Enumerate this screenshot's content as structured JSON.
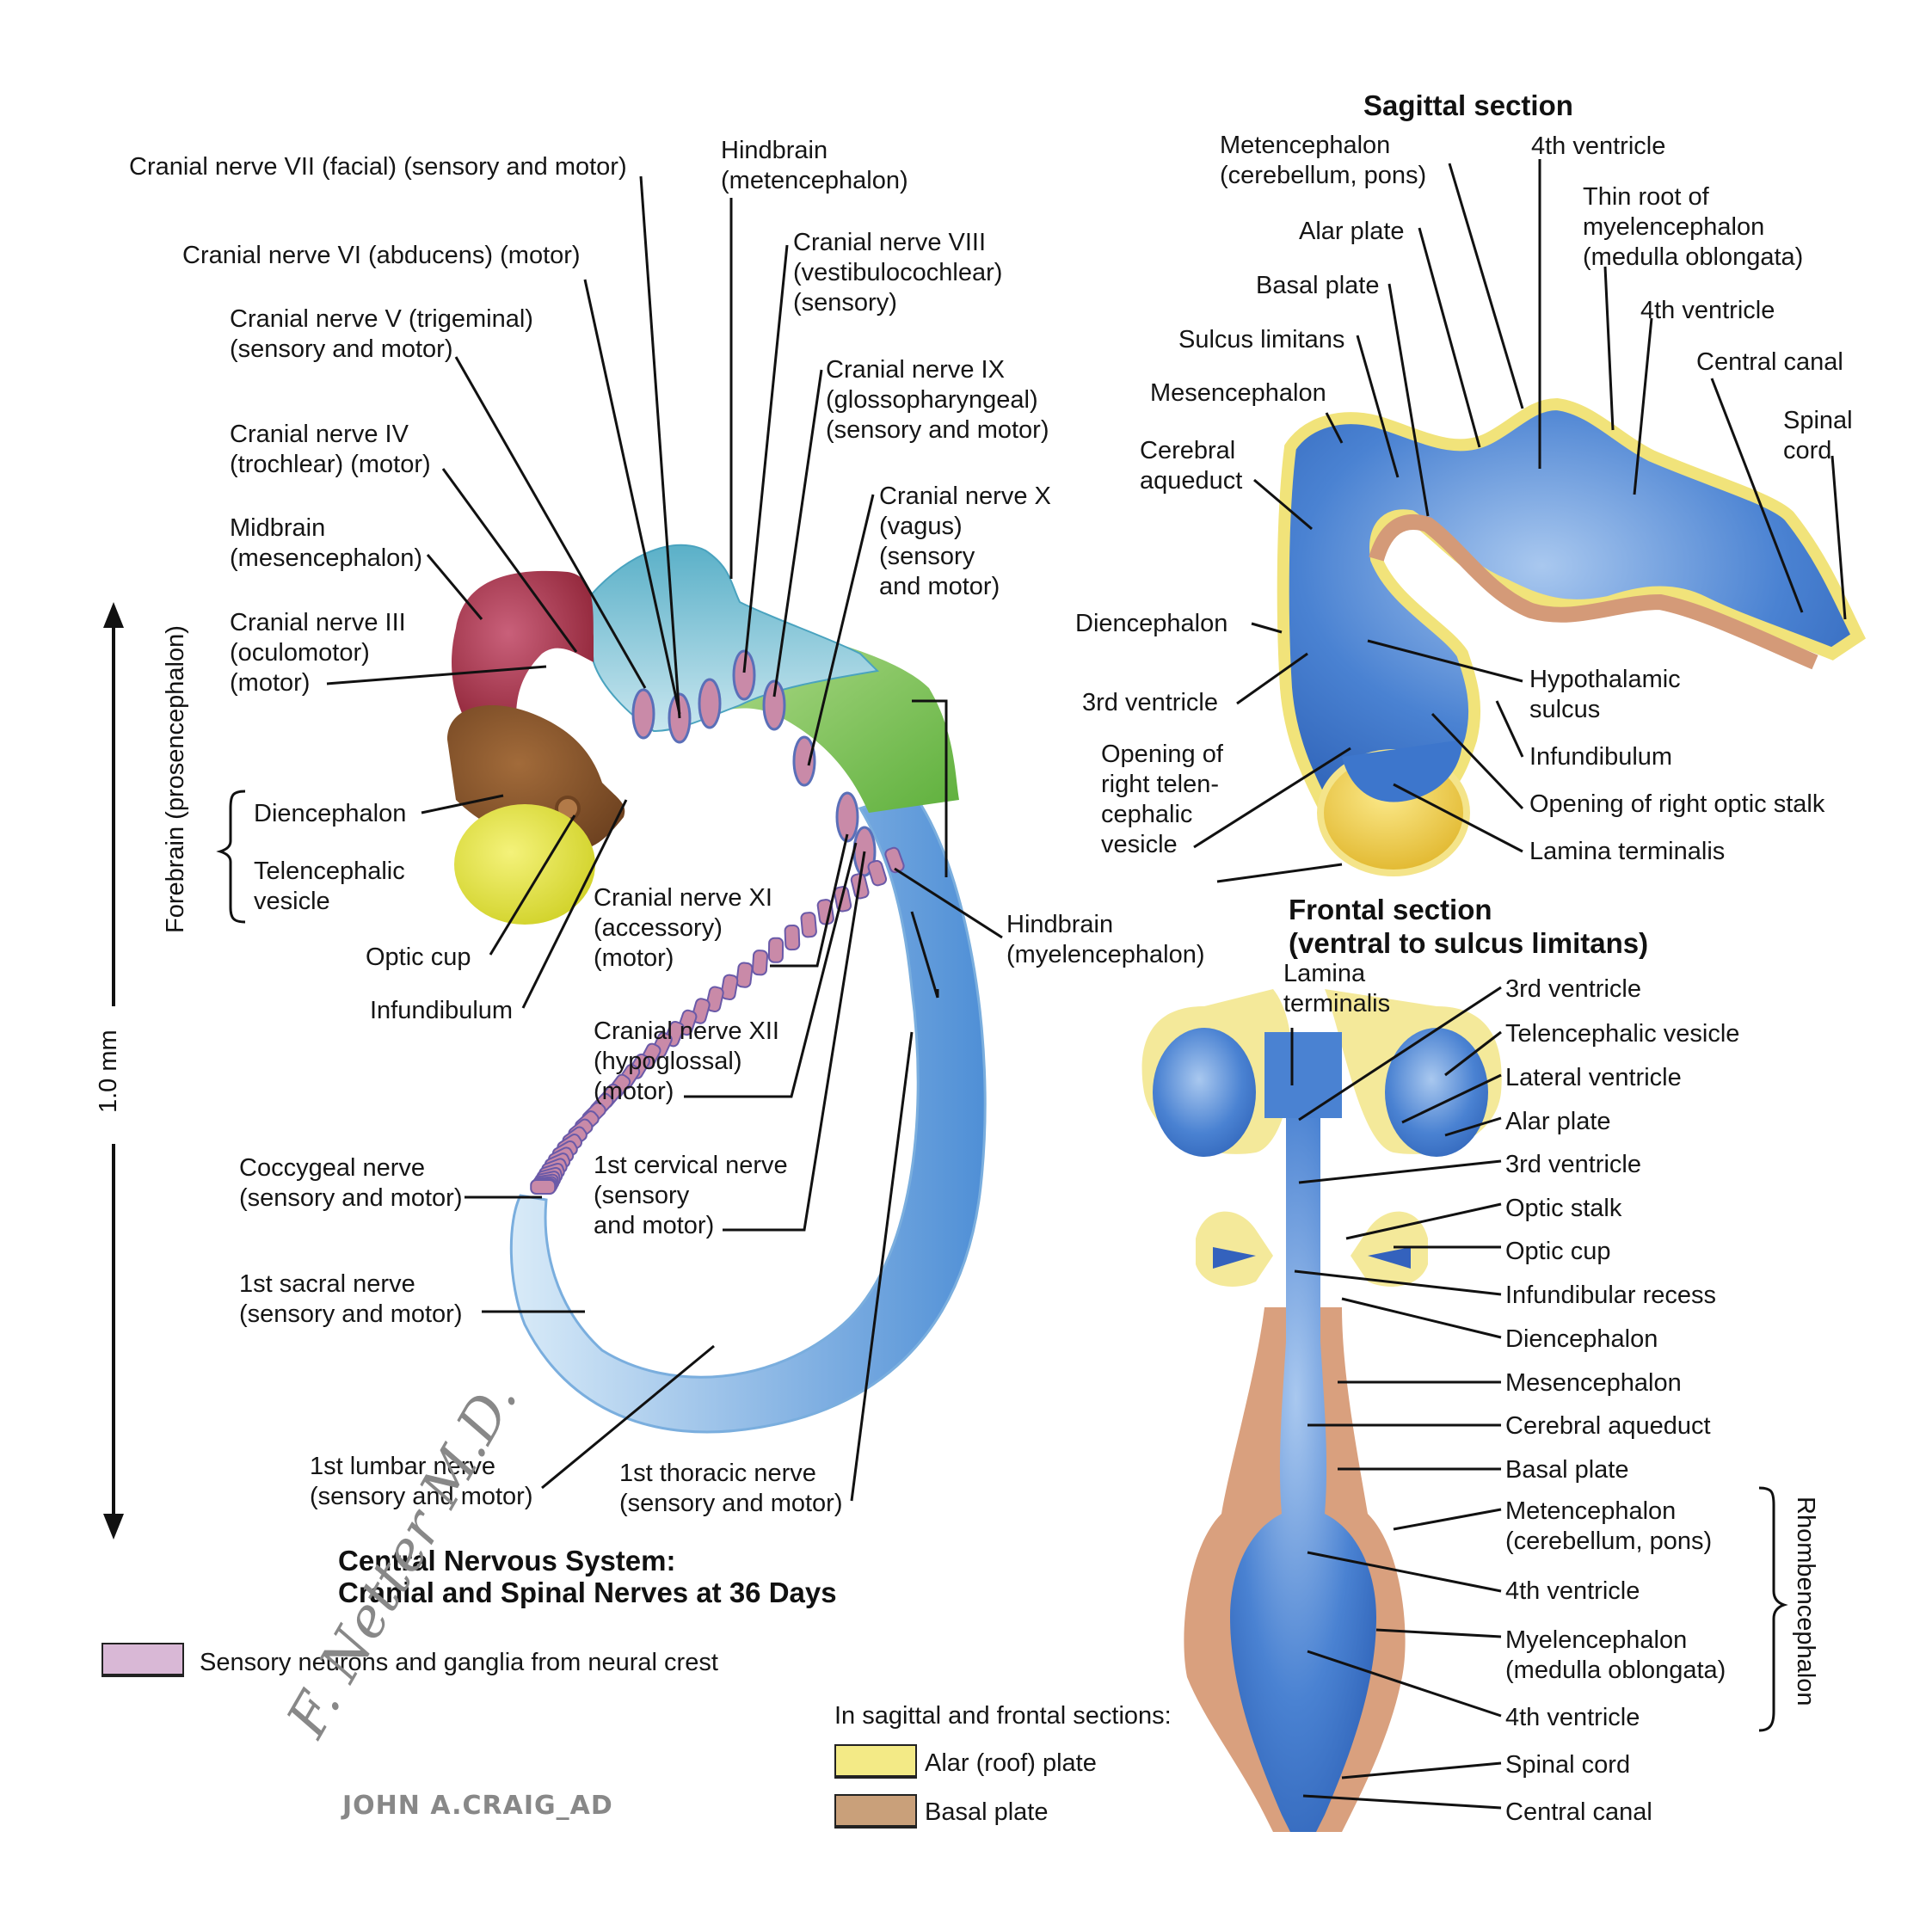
{
  "figure": {
    "title_line1": "Central Nervous System:",
    "title_line2": "Cranial and Spinal Nerves at 36 Days",
    "scale_bar": "1.0 mm",
    "forebrain_label": "Forebrain (prosencephalon)",
    "forebrain_group": [
      "Diencephalon",
      "Telencephalic\nvesicle"
    ],
    "whole_embryo_labels": [
      "Cranial nerve VII (facial) (sensory and motor)",
      "Cranial nerve VI (abducens) (motor)",
      "Cranial nerve V (trigeminal)\n(sensory and motor)",
      "Cranial nerve IV\n(trochlear) (motor)",
      "Midbrain\n(mesencephalon)",
      "Cranial nerve III\n(oculomotor)\n(motor)",
      "Optic cup",
      "Infundibulum",
      "Hindbrain\n(metencephalon)",
      "Cranial nerve VIII\n(vestibulocochlear)\n(sensory)",
      "Cranial nerve IX\n(glossopharyngeal)\n(sensory and motor)",
      "Cranial nerve X\n(vagus)\n(sensory\nand motor)",
      "Cranial nerve XI\n(accessory)\n(motor)",
      "Cranial nerve XII\n(hypoglossal)\n(motor)",
      "Hindbrain\n(myelencephalon)",
      "1st cervical nerve\n(sensory\nand motor)",
      "Coccygeal nerve\n(sensory and motor)",
      "1st sacral nerve\n(sensory and motor)",
      "1st lumbar nerve\n(sensory and motor)",
      "1st thoracic nerve\n(sensory and motor)"
    ]
  },
  "sagittal": {
    "title": "Sagittal section",
    "labels": [
      "Metencephalon\n(cerebellum, pons)",
      "4th ventricle",
      "Thin root of\nmyelencephalon\n(medulla oblongata)",
      "Alar plate",
      "Basal plate",
      "4th ventricle",
      "Sulcus limitans",
      "Central canal",
      "Mesencephalon",
      "Spinal\ncord",
      "Cerebral\naqueduct",
      "Diencephalon",
      "3rd ventricle",
      "Hypothalamic\nsulcus",
      "Infundibulum",
      "Opening of\nright telen-\ncephalic\nvesicle",
      "Opening of right optic stalk",
      "Lamina terminalis"
    ]
  },
  "frontal": {
    "title_line1": "Frontal section",
    "title_line2": "(ventral to sulcus limitans)",
    "lamina": "Lamina\nterminalis",
    "labels": [
      "3rd ventricle",
      "Telencephalic vesicle",
      "Lateral ventricle",
      "Alar plate",
      "3rd ventricle",
      "Optic stalk",
      "Optic cup",
      "Infundibular recess",
      "Diencephalon",
      "Mesencephalon",
      "Cerebral aqueduct",
      "Basal plate",
      "Metencephalon\n(cerebellum, pons)",
      "4th ventricle",
      "Myelencephalon\n(medulla oblongata)",
      "4th ventricle",
      "Spinal cord",
      "Central canal"
    ],
    "rhombencephalon": "Rhombencephalon"
  },
  "legend": {
    "neural_crest": {
      "label": "Sensory neurons and ganglia from neural crest",
      "color": "#d9b8d6"
    },
    "sections_heading": "In sagittal and frontal sections:",
    "alar": {
      "label": "Alar (roof) plate",
      "color": "#f3ea86"
    },
    "basal": {
      "label": "Basal plate",
      "color": "#c9a07a"
    }
  },
  "signature": {
    "artist": "F. Netter M.D.",
    "coartist": "JOHN A.CRAIG_AD"
  },
  "colors": {
    "midbrain": "#a8364a",
    "diencephalon": "#8a5a2c",
    "telencephalon": "#e6e43c",
    "metencephalon": "#8ccbd8",
    "myelencephalon": "#7cc25a",
    "spinal_cord": "#6aa3d8",
    "ventricle_blue": "#3d76cc",
    "nerve_pink": "#c98aa8"
  }
}
